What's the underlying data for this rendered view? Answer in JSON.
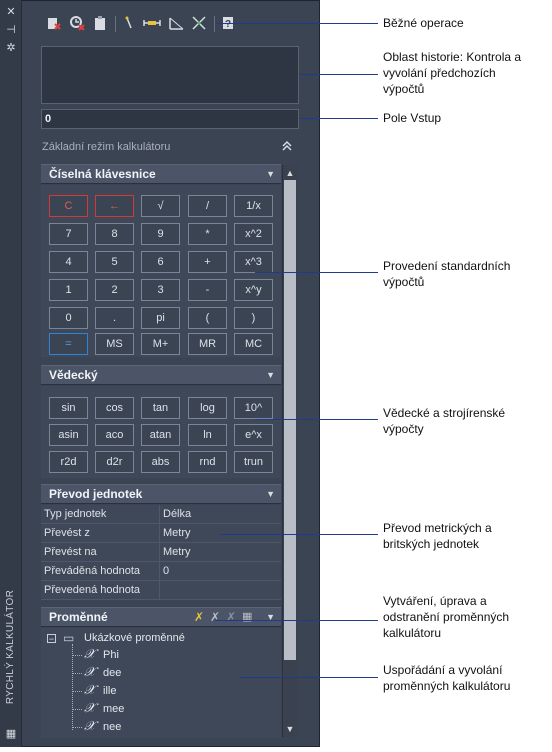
{
  "panel": {
    "vertical_title": "RYCHLÝ KALKULÁTOR"
  },
  "strip_icons": [
    "close-icon",
    "pin-icon",
    "settings-icon",
    "calculator-icon"
  ],
  "toolbar": {
    "icons": [
      "clear-icon",
      "clear-history-icon",
      "paste-icon",
      "get-coordinates-icon",
      "distance-icon",
      "angle-icon",
      "intersection-icon",
      "help-icon"
    ]
  },
  "input": {
    "value": "0"
  },
  "basic_mode_label": "Základní režim kalkulátoru",
  "numeric": {
    "title": "Číselná klávesnice",
    "rows": [
      [
        "C",
        "←",
        "√",
        "/",
        "1/x"
      ],
      [
        "7",
        "8",
        "9",
        "*",
        "x^2"
      ],
      [
        "4",
        "5",
        "6",
        "+",
        "x^3"
      ],
      [
        "1",
        "2",
        "3",
        "-",
        "x^y"
      ],
      [
        "0",
        ".",
        "pi",
        "(",
        ")"
      ],
      [
        "=",
        "MS",
        "M+",
        "MR",
        "MC"
      ]
    ]
  },
  "scientific": {
    "title": "Vědecký",
    "rows": [
      [
        "sin",
        "cos",
        "tan",
        "log",
        "10^"
      ],
      [
        "asin",
        "aco",
        "atan",
        "ln",
        "e^x"
      ],
      [
        "r2d",
        "d2r",
        "abs",
        "rnd",
        "trun"
      ]
    ]
  },
  "units": {
    "title": "Převod jednotek",
    "rows": [
      {
        "label": "Typ jednotek",
        "value": "Délka"
      },
      {
        "label": "Převést z",
        "value": "Metry"
      },
      {
        "label": "Převést na",
        "value": "Metry"
      },
      {
        "label": "Převáděná hodnota",
        "value": "0"
      },
      {
        "label": "Převedená hodnota",
        "value": ""
      }
    ]
  },
  "variables": {
    "title": "Proměnné",
    "group": "Ukázkové proměnné",
    "items": [
      "Phi",
      "dee",
      "ille",
      "mee",
      "nee"
    ]
  },
  "callouts": {
    "common": "Běžné operace",
    "history": "Oblast historie: Kontrola a vyvolání předchozích výpočtů",
    "input": "Pole Vstup",
    "standard": "Provedení standardních výpočtů",
    "scientific": "Vědecké a strojírenské výpočty",
    "conversion": "Převod metrických a britských jednotek",
    "variables_edit": "Vytváření, úprava a odstranění proměnných kalkulátoru",
    "variables_org": "Uspořádání a vyvolání proměnných kalkulátoru"
  },
  "colors": {
    "panel": "#3b4453",
    "header": "#4b5567",
    "callout_line": "#1f3a8f",
    "red": "#d23a3a",
    "blue": "#2f83d6"
  }
}
